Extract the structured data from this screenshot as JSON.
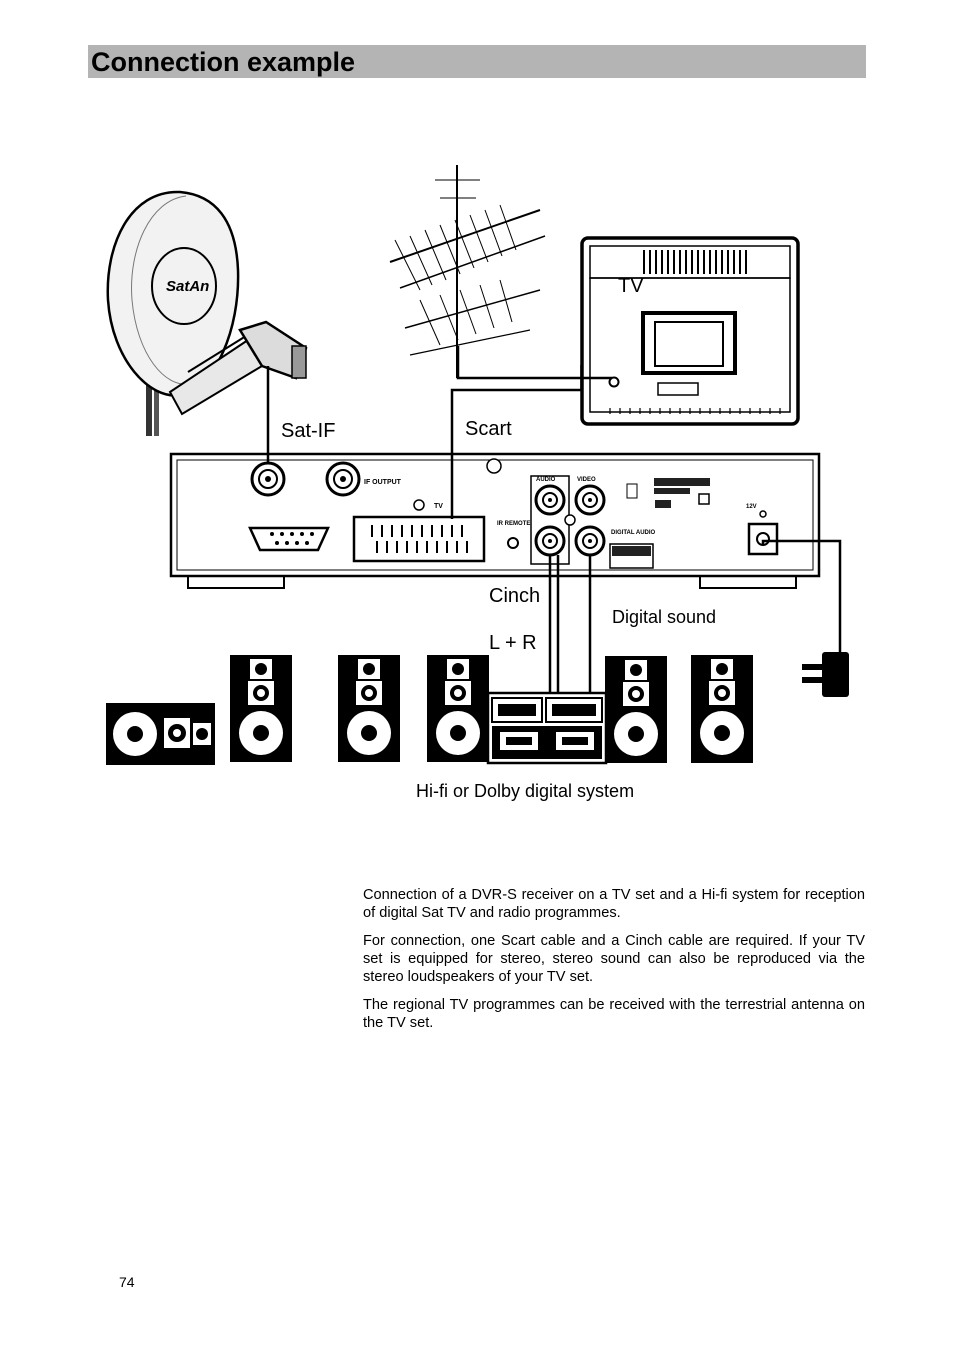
{
  "page": {
    "title": "Connection example",
    "page_number": "74"
  },
  "diagram": {
    "labels": {
      "sat_if": "Sat-IF",
      "scart": "Scart",
      "tv": "TV",
      "cinch": "Cinch",
      "lr": "L + R",
      "digital_sound": "Digital sound",
      "hifi": "Hi-fi or Dolby digital system"
    },
    "device_text": {
      "dish_logo": "SatAn",
      "if_output": "IF OUTPUT",
      "tv_port": "TV",
      "audio": "AUDIO",
      "video": "VIDEO",
      "ir_remote": "IR REMOTE",
      "digital_audio": "DIGITAL AUDIO",
      "power": "12V"
    }
  },
  "text": {
    "paragraphs": [
      "Connection of a DVR-S receiver on a TV set and a Hi-fi system for reception of digital Sat TV and radio programmes.",
      "For connection, one Scart cable and a Cinch cable are required.  If your TV set is equipped for stereo, stereo sound can also be reproduced via the stereo loudspeakers of your TV set.",
      "The regional TV programmes can be received with the terrestrial antenna on the TV set."
    ]
  }
}
